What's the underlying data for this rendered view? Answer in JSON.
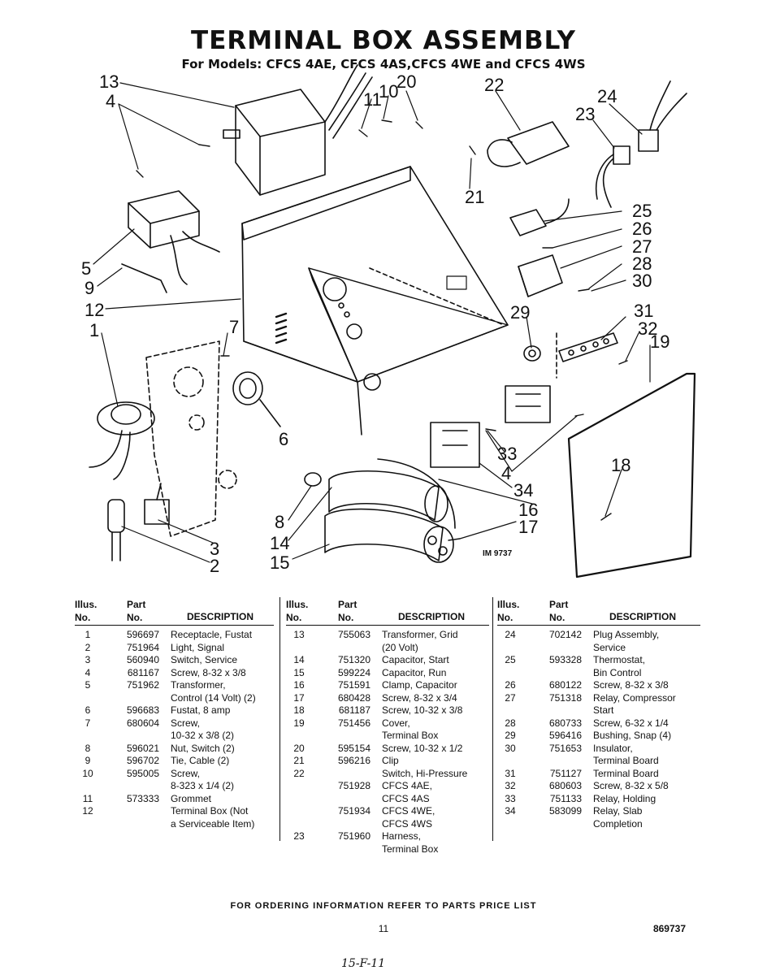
{
  "header": {
    "title": "TERMINAL BOX ASSEMBLY",
    "subtitle": "For Models: CFCS 4AE, CFCS 4AS,CFCS 4WE and CFCS 4WS"
  },
  "diagram": {
    "callouts": [
      "13",
      "4",
      "20",
      "11",
      "10",
      "22",
      "24",
      "23",
      "21",
      "25",
      "26",
      "27",
      "28",
      "30",
      "29",
      "31",
      "32",
      "19",
      "5",
      "9",
      "12",
      "1",
      "7",
      "6",
      "33",
      "4",
      "18",
      "34",
      "16",
      "17",
      "8",
      "14",
      "15",
      "3",
      "2"
    ],
    "image_code": "IM 9737"
  },
  "table": {
    "headers": {
      "illus": "Illus.\nNo.",
      "part": "Part\nNo.",
      "description": "DESCRIPTION"
    },
    "col1": [
      {
        "illus": "1",
        "part": "596697",
        "desc": "Receptacle, Fustat"
      },
      {
        "illus": "2",
        "part": "751964",
        "desc": "Light, Signal"
      },
      {
        "illus": "3",
        "part": "560940",
        "desc": "Switch, Service"
      },
      {
        "illus": "4",
        "part": "681167",
        "desc": "Screw, 8-32 x 3/8"
      },
      {
        "illus": "5",
        "part": "751962",
        "desc": "Transformer,\nControl (14 Volt) (2)"
      },
      {
        "illus": "6",
        "part": "596683",
        "desc": "Fustat, 8 amp"
      },
      {
        "illus": "7",
        "part": "680604",
        "desc": "Screw,\n10-32 x 3/8 (2)"
      },
      {
        "illus": "8",
        "part": "596021",
        "desc": "Nut, Switch (2)"
      },
      {
        "illus": "9",
        "part": "596702",
        "desc": "Tie, Cable (2)"
      },
      {
        "illus": "10",
        "part": "595005",
        "desc": "Screw,\n8-323 x 1/4 (2)"
      },
      {
        "illus": "11",
        "part": "573333",
        "desc": "Grommet"
      },
      {
        "illus": "12",
        "part": "",
        "desc": "Terminal Box (Not\na Serviceable Item)"
      }
    ],
    "col2": [
      {
        "illus": "13",
        "part": "755063",
        "desc": "Transformer, Grid\n(20 Volt)"
      },
      {
        "illus": "14",
        "part": "751320",
        "desc": "Capacitor, Start"
      },
      {
        "illus": "15",
        "part": "599224",
        "desc": "Capacitor, Run"
      },
      {
        "illus": "16",
        "part": "751591",
        "desc": "Clamp, Capacitor"
      },
      {
        "illus": "17",
        "part": "680428",
        "desc": "Screw, 8-32 x 3/4"
      },
      {
        "illus": "18",
        "part": "681187",
        "desc": "Screw, 10-32 x 3/8"
      },
      {
        "illus": "19",
        "part": "751456",
        "desc": "Cover,\nTerminal Box"
      },
      {
        "illus": "20",
        "part": "595154",
        "desc": "Screw, 10-32 x 1/2"
      },
      {
        "illus": "21",
        "part": "596216",
        "desc": "Clip"
      },
      {
        "illus": "22",
        "part": "",
        "desc": "Switch, Hi-Pressure"
      },
      {
        "illus": "",
        "part": "751928",
        "desc": "CFCS 4AE,\nCFCS 4AS"
      },
      {
        "illus": "",
        "part": "751934",
        "desc": "CFCS 4WE,\nCFCS 4WS"
      },
      {
        "illus": "23",
        "part": "751960",
        "desc": "Harness,\nTerminal Box"
      }
    ],
    "col3": [
      {
        "illus": "24",
        "part": "702142",
        "desc": "Plug Assembly,\nService"
      },
      {
        "illus": "25",
        "part": "593328",
        "desc": "Thermostat,\nBin Control"
      },
      {
        "illus": "26",
        "part": "680122",
        "desc": "Screw, 8-32 x 3/8"
      },
      {
        "illus": "27",
        "part": "751318",
        "desc": "Relay, Compressor\nStart"
      },
      {
        "illus": "28",
        "part": "680733",
        "desc": "Screw, 6-32 x 1/4"
      },
      {
        "illus": "29",
        "part": "596416",
        "desc": "Bushing, Snap (4)"
      },
      {
        "illus": "30",
        "part": "751653",
        "desc": "Insulator,\nTerminal Board"
      },
      {
        "illus": "31",
        "part": "751127",
        "desc": "Terminal Board"
      },
      {
        "illus": "32",
        "part": "680603",
        "desc": "Screw, 8-32 x 5/8"
      },
      {
        "illus": "33",
        "part": "751133",
        "desc": "Relay, Holding"
      },
      {
        "illus": "34",
        "part": "583099",
        "desc": "Relay, Slab\nCompletion"
      }
    ]
  },
  "footer": {
    "ordering": "FOR ORDERING INFORMATION REFER TO PARTS PRICE LIST",
    "page": "11",
    "doc_number": "869737",
    "handwritten": "15-F-11"
  }
}
